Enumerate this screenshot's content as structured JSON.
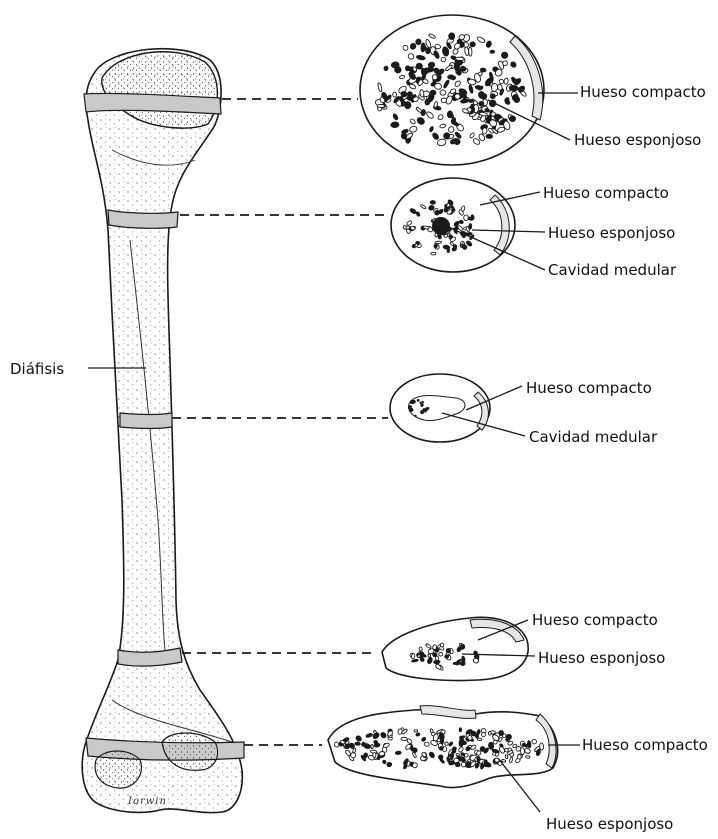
{
  "figure": {
    "title": "",
    "bone": "humerus",
    "signature": "Iorwin"
  },
  "labels": {
    "diafisis": "Diáfisis",
    "s1": {
      "compacto": "Hueso compacto",
      "esponjoso": "Hueso esponjoso"
    },
    "s2": {
      "compacto": "Hueso compacto",
      "esponjoso": "Hueso esponjoso",
      "medular": "Cavidad medular"
    },
    "s3": {
      "compacto": "Hueso compacto",
      "medular": "Cavidad medular"
    },
    "s4": {
      "compacto": "Hueso compacto",
      "esponjoso": "Hueso esponjoso"
    },
    "s5": {
      "compacto": "Hueso compacto",
      "esponjoso": "Hueso esponjoso"
    }
  },
  "colors": {
    "ink": "#1a1a1a",
    "band": "#c9c9c9",
    "compact": "#e6e6e6",
    "background": "#ffffff"
  }
}
